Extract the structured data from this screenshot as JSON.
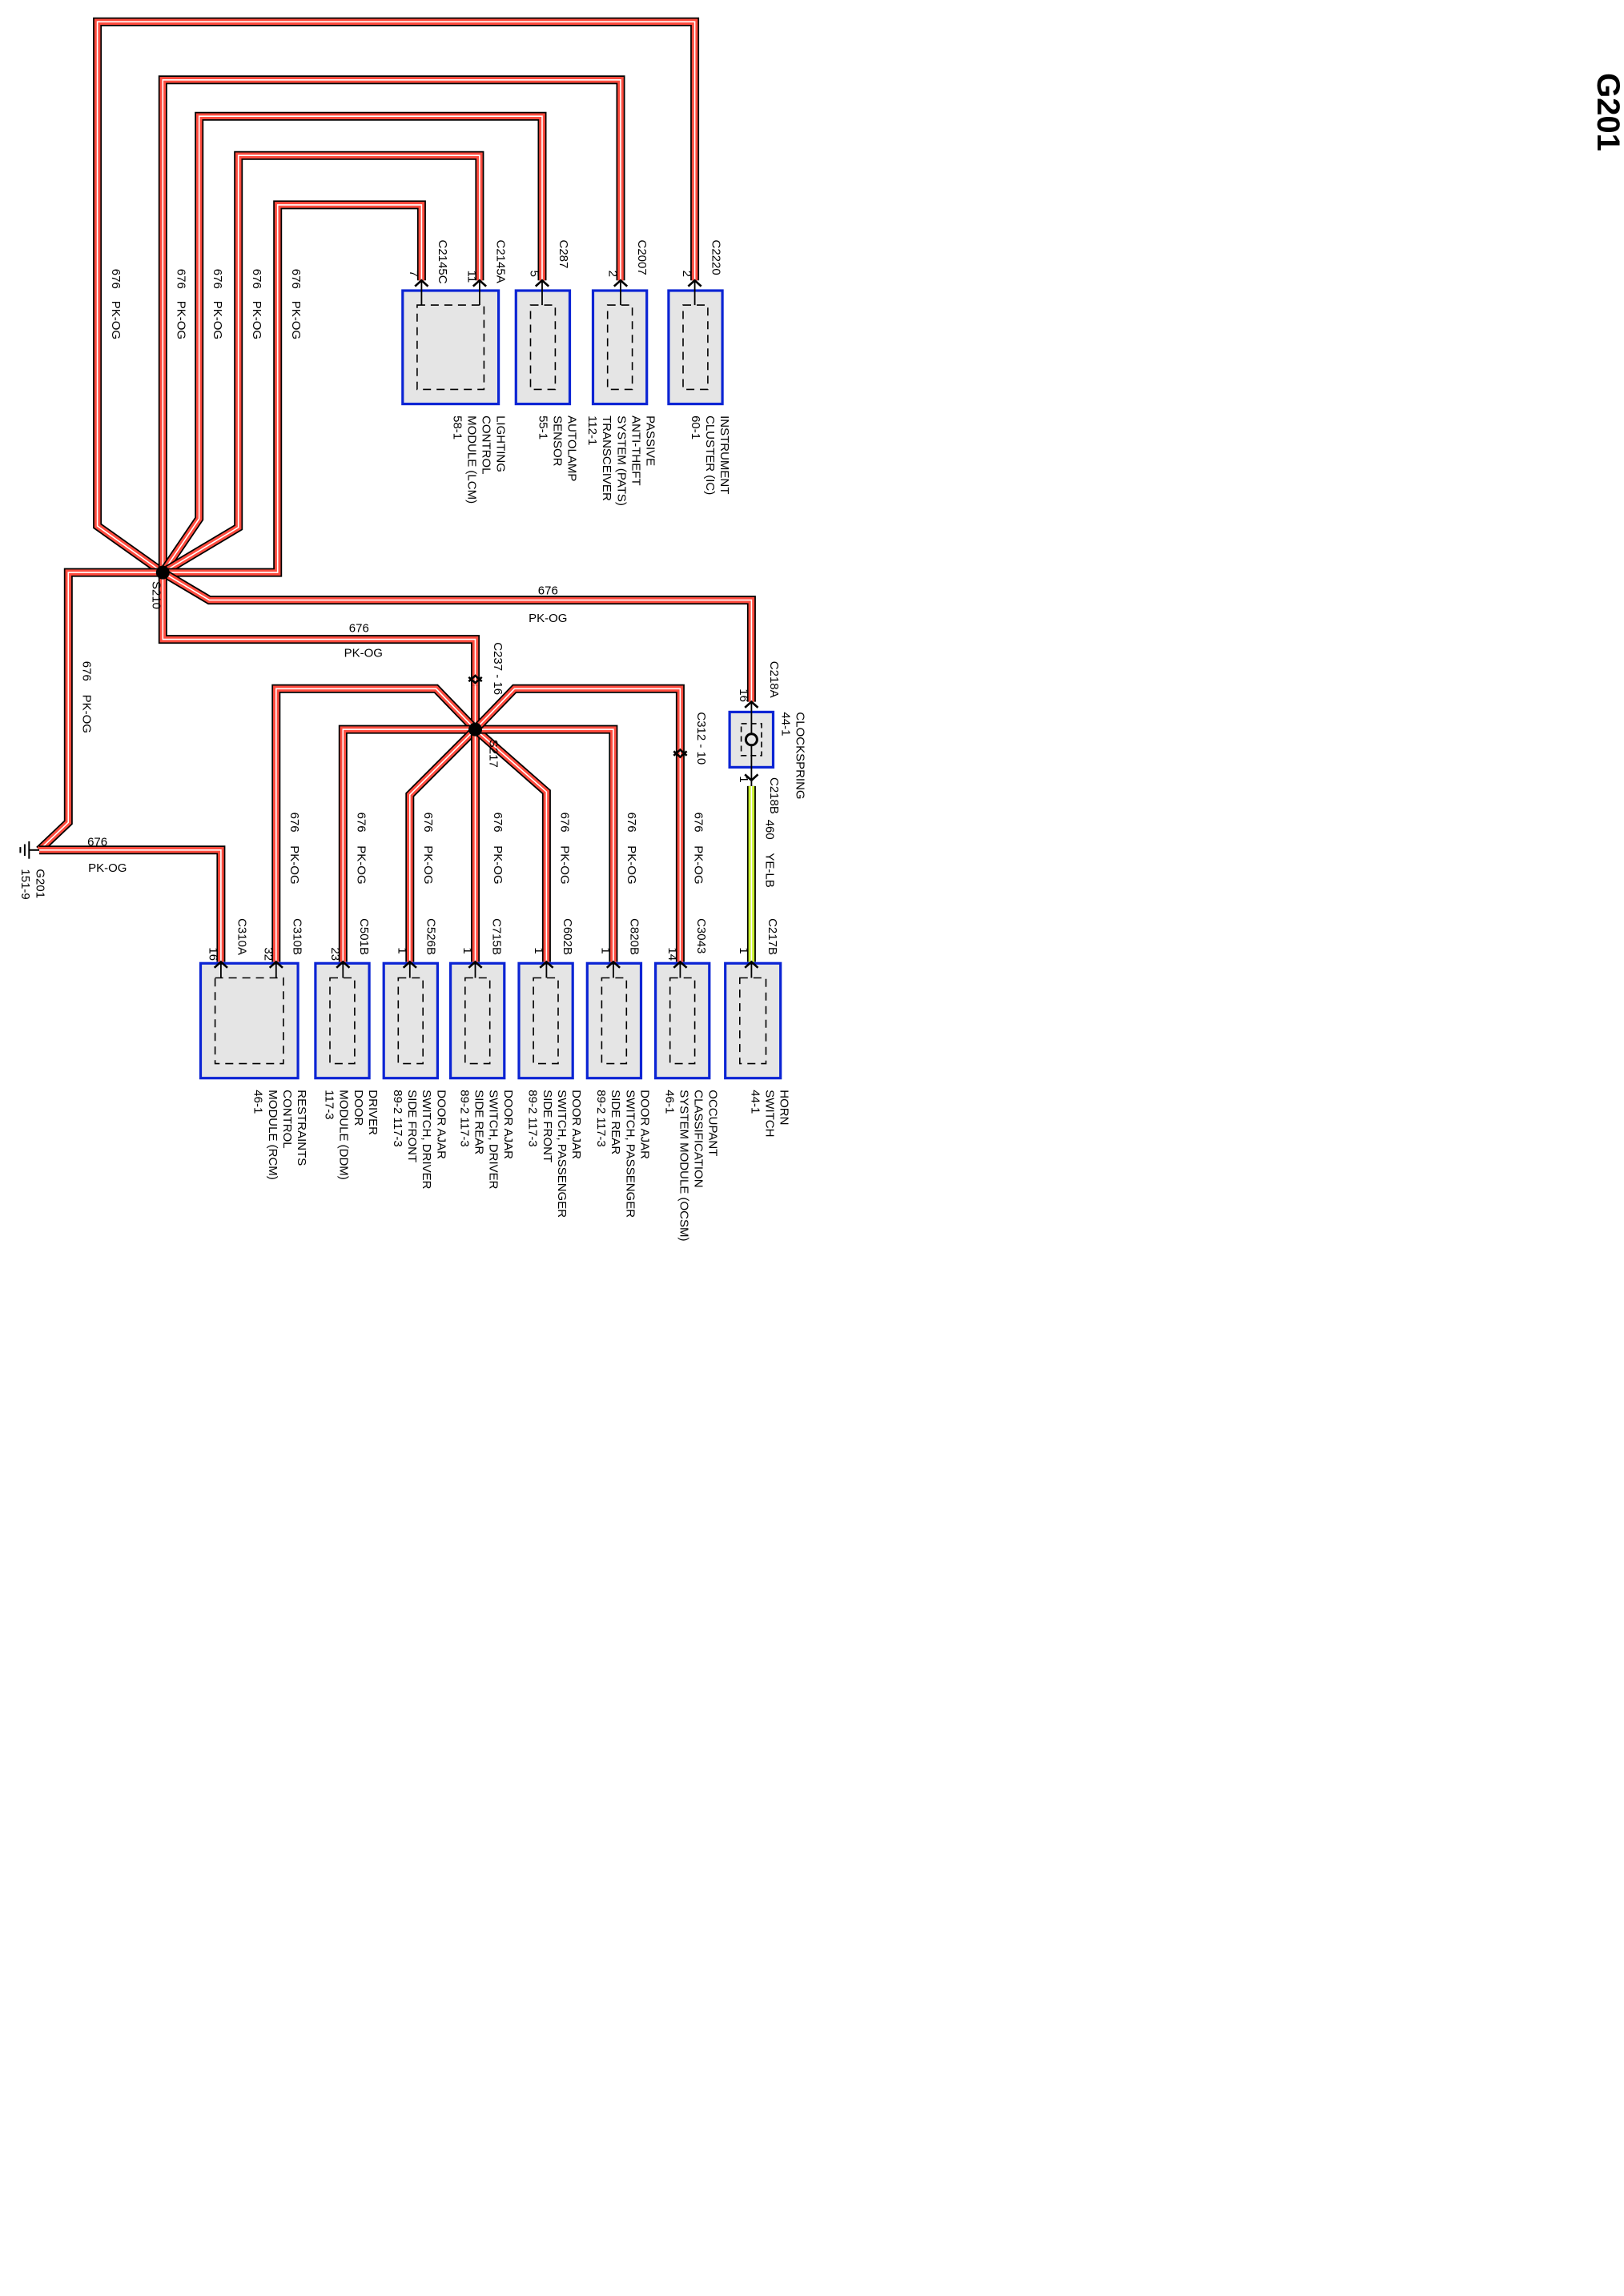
{
  "page_title": "G201",
  "wire": {
    "circuit": "676",
    "color_code": "PK-OG",
    "color": "#ff4b3e"
  },
  "horn_wire": {
    "circuit": "460",
    "color_code": "YE-LB",
    "color": "#c8ef2e"
  },
  "splices": {
    "s210": "S210",
    "s217": "S217"
  },
  "ground": {
    "name": "G201",
    "ref": "151-9"
  },
  "inline_connectors": {
    "c237": "C237 - 16",
    "c312": "C312 - 10"
  },
  "top_components": [
    {
      "connector": "C2220",
      "pin": "2",
      "lines": [
        "INSTRUMENT",
        "CLUSTER (IC)",
        "60-1"
      ]
    },
    {
      "connector": "C2007",
      "pin": "2",
      "lines": [
        "PASSIVE",
        "ANTI-THEFT",
        "SYSTEM (PATS)",
        "TRANSCEIVER",
        "112-1"
      ]
    },
    {
      "connector": "C287",
      "pin": "5",
      "lines": [
        "AUTOLAMP",
        "SENSOR",
        "55-1"
      ]
    },
    {
      "connector": "C2145A",
      "pin": "11",
      "lines": [
        "LIGHTING",
        "CONTROL",
        "MODULE (LCM)",
        "58-1"
      ]
    },
    {
      "connector": "C2145C",
      "pin": "7",
      "lines": []
    }
  ],
  "clockspring": {
    "lines": [
      "CLOCKSPRING",
      "44-1"
    ],
    "conn_a": "C218A",
    "pin_a": "16",
    "conn_b": "C218B",
    "pin_b": "1"
  },
  "bottom_components": [
    {
      "connector": "C217B",
      "pin": "1",
      "lines": [
        "HORN",
        "SWITCH",
        "44-1"
      ]
    },
    {
      "connector": "C3043",
      "pin": "14",
      "lines": [
        "OCCUPANT",
        "CLASSIFICATION",
        "SYSTEM MODULE (OCSM)",
        "46-1"
      ]
    },
    {
      "connector": "C820B",
      "pin": "1",
      "lines": [
        "DOOR AJAR",
        "SWITCH, PASSENGER",
        "SIDE REAR",
        "89-2     117-3"
      ]
    },
    {
      "connector": "C602B",
      "pin": "1",
      "lines": [
        "DOOR AJAR",
        "SWITCH, PASSENGER",
        "SIDE FRONT",
        "89-2     117-3"
      ]
    },
    {
      "connector": "C715B",
      "pin": "1",
      "lines": [
        "DOOR AJAR",
        "SWITCH, DRIVER",
        "SIDE REAR",
        "89-2     117-3"
      ]
    },
    {
      "connector": "C526B",
      "pin": "1",
      "lines": [
        "DOOR AJAR",
        "SWITCH, DRIVER",
        "SIDE FRONT",
        "89-2     117-3"
      ]
    },
    {
      "connector": "C501B",
      "pin": "23",
      "lines": [
        "DRIVER",
        "DOOR",
        "MODULE (DDM)",
        "117-3"
      ]
    },
    {
      "connector": "C310B",
      "pin": "32",
      "lines": []
    },
    {
      "connector": "C310A",
      "pin": "16",
      "lines": [
        "RESTRAINTS",
        "CONTROL",
        "MODULE (RCM)",
        "46-1"
      ]
    }
  ]
}
